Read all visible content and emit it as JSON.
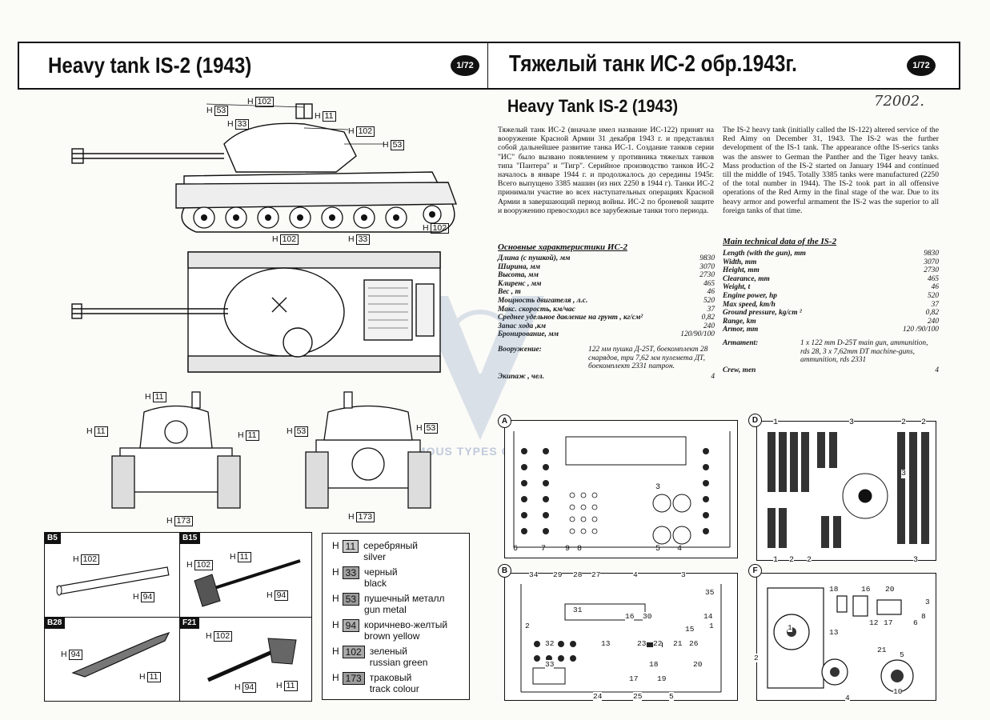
{
  "header": {
    "title_en": "Heavy tank IS-2 (1943)",
    "title_ru": "Тяжелый танк ИС-2 обр.1943г.",
    "scale_left": "1/72",
    "scale_right": "1/72"
  },
  "handwritten_code": "72002.",
  "subtitle": "Heavy Tank IS-2 (1943)",
  "text_ru": "Тяжелый танк ИС-2 (вначале имел название ИС-122) принят на вооружение Красной Армии 31 декабря 1943 г. и представлял собой дальнейшее развитие танка ИС-1. Создание танков серии \"ИС\" было вызвано появлением у противника тяжелых танков типа \"Пантера\" и \"Тигр\". Серийное производство танков ИС-2 началось в январе 1944 г. и продолжалось до середины 1945г. Всего выпущено 3385 машин (из них 2250 в 1944 г). Танки ИС-2 принимали участие во всех наступательных операциях Красной Армии в завершающий период войны. ИС-2 по броневой защите и вооружению превосходил все зарубежные танки того периода.",
  "text_en": "The IS-2 heavy tank (initially called the IS-122) altered service of the Red Aimy on December 31, 1943. The IS-2 was the further development of the IS-1 tank. The appearance ofthe IS-serics tanks was the answer to German the Panther and the Tiger heavy tanks. Mass production of the IS-2 started on January 1944 and continued till the middle of 1945. Totally 3385 tanks were manufactured (2250 of the total number in 1944). The IS-2 took part in all offensive operations of the Red Army in the final stage of the war. Due to its heavy armor and powerful armament the IS-2 was the superior to all foreign tanks of that time.",
  "specs_ru": {
    "heading": "Основные характеристики ИС-2",
    "rows": [
      {
        "label": "Длина (с пушкой), мм",
        "value": "9830"
      },
      {
        "label": "Ширина, мм",
        "value": "3070"
      },
      {
        "label": "Высота, мм",
        "value": "2730"
      },
      {
        "label": "Клиренс , мм",
        "value": "465"
      },
      {
        "label": "Вес , т",
        "value": "46"
      },
      {
        "label": "Мощность двигателя , л.с.",
        "value": "520"
      },
      {
        "label": "Макс. скорость, км/час",
        "value": "37"
      },
      {
        "label": "Среднее удельное давление на грунт , кг/см²",
        "value": "0,82"
      },
      {
        "label": "Запас хода ,км",
        "value": "240"
      },
      {
        "label": "Бронирование, мм",
        "value": "120/90/100"
      }
    ],
    "armament_label": "Вооружение:",
    "armament_value": "122 мм пушка Д-25Т, боекомплект 28 снарядов, три 7,62 мм пулемета ДТ, боекомплект 2331 патрон.",
    "crew_label": "Экипаж , чел.",
    "crew_value": "4"
  },
  "specs_en": {
    "heading": "Main technical data of the IS-2",
    "rows": [
      {
        "label": "Length (with the gun), mm",
        "value": "9830"
      },
      {
        "label": "Width, mm",
        "value": "3070"
      },
      {
        "label": "Height, mm",
        "value": "2730"
      },
      {
        "label": "Clearance, mm",
        "value": "465"
      },
      {
        "label": "Weight, t",
        "value": "46"
      },
      {
        "label": "Engine power, hp",
        "value": "520"
      },
      {
        "label": "Max speed, km/h",
        "value": "37"
      },
      {
        "label": "Ground pressure, kg/cm ²",
        "value": "0,82"
      },
      {
        "label": "Range, km",
        "value": "240"
      },
      {
        "label": "Armor, mm",
        "value": "120 /90/100"
      }
    ],
    "armament_label": "Armament:",
    "armament_value": "1 x 122 mm D-25T main gun, ammunition, rds 28, 3 x 7,62mm DT machine-guns, ammunition, rds 2331",
    "crew_label": "Crew, men",
    "crew_value": "4"
  },
  "callouts": {
    "side": [
      "H",
      "53",
      "102",
      "33",
      "11",
      "102",
      "53",
      "102"
    ],
    "top": [
      "102",
      "33"
    ],
    "front": [
      "11",
      "11",
      "11"
    ],
    "rear": [
      "53",
      "53"
    ],
    "bottom": [
      "173",
      "173"
    ]
  },
  "panels": {
    "b5": {
      "tag": "B5",
      "c1": "102",
      "c2": "94"
    },
    "b15": {
      "tag": "B15",
      "c1": "102",
      "c2": "11",
      "c3": "94"
    },
    "b28": {
      "tag": "B28",
      "c1": "94",
      "c2": "11"
    },
    "f21": {
      "tag": "F21",
      "c1": "102",
      "c2": "94",
      "c3": "11"
    }
  },
  "legend": [
    {
      "code": "11",
      "ru": "серебряный",
      "en": "silver",
      "color": "#c9c9c9"
    },
    {
      "code": "33",
      "ru": "черный",
      "en": "black",
      "color": "#a0a0a0"
    },
    {
      "code": "53",
      "ru": "пушечный металл",
      "en": "gun metal",
      "color": "#9a9a9a"
    },
    {
      "code": "94",
      "ru": "коричнево-желтый",
      "en": "brown yellow",
      "color": "#b0b0b0"
    },
    {
      "code": "102",
      "ru": "зеленый",
      "en": "russian green",
      "color": "#a8a8a8"
    },
    {
      "code": "173",
      "ru": "траковый",
      "en": "track colour",
      "color": "#9c9c9c"
    }
  ],
  "legend_prefix": "H",
  "sprues": {
    "a": {
      "letter": "A",
      "nums": [
        "6",
        "7",
        "9",
        "8",
        "3",
        "5",
        "4"
      ]
    },
    "b": {
      "letter": "B",
      "nums": [
        "34",
        "29",
        "28",
        "27",
        "4",
        "3",
        "2",
        "31",
        "16",
        "30",
        "32",
        "13",
        "33",
        "23",
        "22",
        "21",
        "26",
        "17",
        "24",
        "25",
        "5",
        "1",
        "35",
        "14",
        "15",
        "19",
        "18",
        "20"
      ]
    },
    "d": {
      "letter": "D",
      "nums": [
        "1",
        "3",
        "2",
        "2",
        "3",
        "1",
        "2",
        "2",
        "3"
      ]
    },
    "f": {
      "letter": "F",
      "nums": [
        "18",
        "16",
        "20",
        "12",
        "17",
        "13",
        "1",
        "21",
        "4",
        "10",
        "2",
        "3",
        "8",
        "6",
        "5"
      ]
    }
  },
  "watermark": "FAMOUS TYPES OF ARMOURED"
}
